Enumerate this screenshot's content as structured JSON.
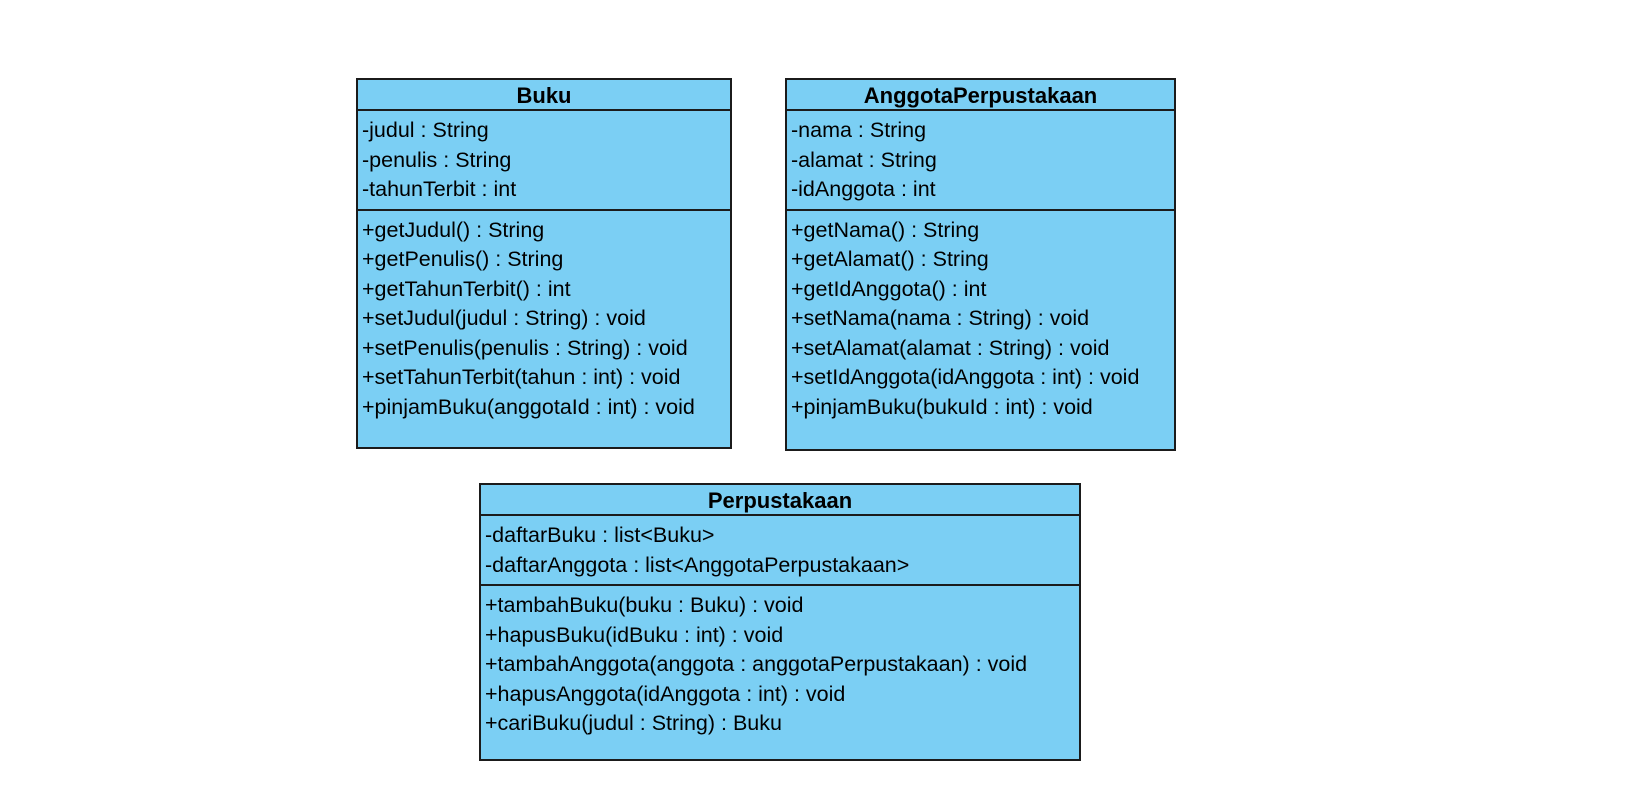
{
  "diagram": {
    "classes": [
      {
        "name": "Buku",
        "attributes": [
          "-judul : String",
          "-penulis : String",
          "-tahunTerbit : int"
        ],
        "operations": [
          "+getJudul() : String",
          "+getPenulis() : String",
          "+getTahunTerbit() : int",
          "+setJudul(judul : String) : void",
          "+setPenulis(penulis : String) : void",
          "+setTahunTerbit(tahun : int) : void",
          "+pinjamBuku(anggotaId : int) : void"
        ]
      },
      {
        "name": "AnggotaPerpustakaan",
        "attributes": [
          "-nama : String",
          "-alamat : String",
          "-idAnggota : int"
        ],
        "operations": [
          "+getNama() : String",
          "+getAlamat() : String",
          "+getIdAnggota() : int",
          "+setNama(nama : String) : void",
          "+setAlamat(alamat : String) : void",
          "+setIdAnggota(idAnggota : int) : void",
          "+pinjamBuku(bukuId : int) : void"
        ]
      },
      {
        "name": "Perpustakaan",
        "attributes": [
          "-daftarBuku : list<Buku>",
          "-daftarAnggota : list<AnggotaPerpustakaan>"
        ],
        "operations": [
          "+tambahBuku(buku : Buku) : void",
          "+hapusBuku(idBuku : int) : void",
          "+tambahAnggota(anggota : anggotaPerpustakaan) : void",
          "+hapusAnggota(idAnggota : int) : void",
          "+cariBuku(judul : String) : Buku"
        ]
      }
    ],
    "colors": {
      "class_fill": "#7bcff4",
      "border": "#1b1b1b",
      "background": "#ffffff",
      "text": "#000000"
    }
  }
}
